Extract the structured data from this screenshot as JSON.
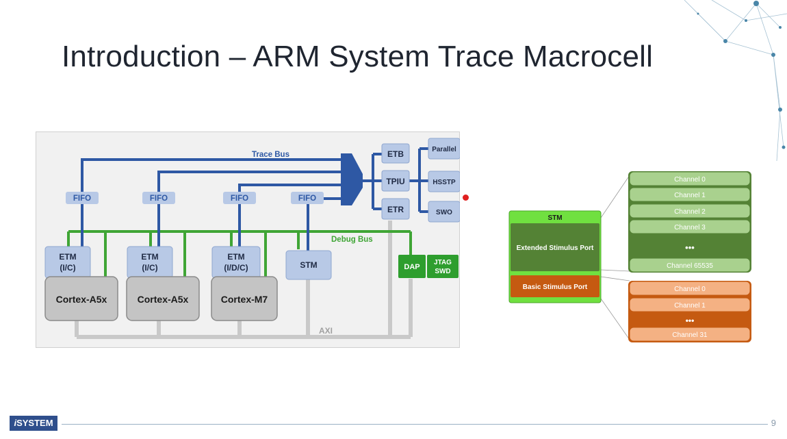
{
  "slide": {
    "title": "Introduction – ARM System Trace Macrocell",
    "page_number": "9",
    "logo_text": "SYSTEM",
    "logo_prefix": "i"
  },
  "trace_diagram": {
    "trace_bus_label": "Trace Bus",
    "debug_bus_label": "Debug Bus",
    "axi_label": "AXI",
    "fifo_labels": [
      "FIFO",
      "FIFO",
      "FIFO",
      "FIFO"
    ],
    "etm_labels": [
      [
        "ETM",
        "(I/C)"
      ],
      [
        "ETM",
        "(I/C)"
      ],
      [
        "ETM",
        "(I/D/C)"
      ]
    ],
    "stm_label": "STM",
    "core_labels": [
      "Cortex-A5x",
      "Cortex-A5x",
      "Cortex-M7"
    ],
    "sinks": [
      "ETB",
      "TPIU",
      "ETR"
    ],
    "tpiu_outputs": [
      "Parallel",
      "HSSTP",
      "SWO"
    ],
    "dap_label": "DAP",
    "jtag_label": [
      "JTAG",
      "SWD"
    ]
  },
  "stm_structure": {
    "stm_header": "STM",
    "extended_port_label": "Extended Stimulus Port",
    "basic_port_label": "Basic Stimulus Port",
    "extended_channels": [
      "Channel 0",
      "Channel 1",
      "Channel 2",
      "Channel 3",
      "•••",
      "Channel 65535"
    ],
    "basic_channels": [
      "Channel 0",
      "Channel 1",
      "•••",
      "Channel 31"
    ]
  },
  "colors": {
    "trace_bus": "#2e58a4",
    "debug_bus": "#3fa535",
    "axi": "#c9c9c9",
    "box_blue": "#b8c9e6",
    "core_gray": "#c4c4c4",
    "ext_green_dark": "#548235",
    "ext_green_light": "#a9d18e",
    "basic_orange_dark": "#c55a11",
    "basic_orange_light": "#f4b183",
    "stm_green": "#70e040"
  }
}
